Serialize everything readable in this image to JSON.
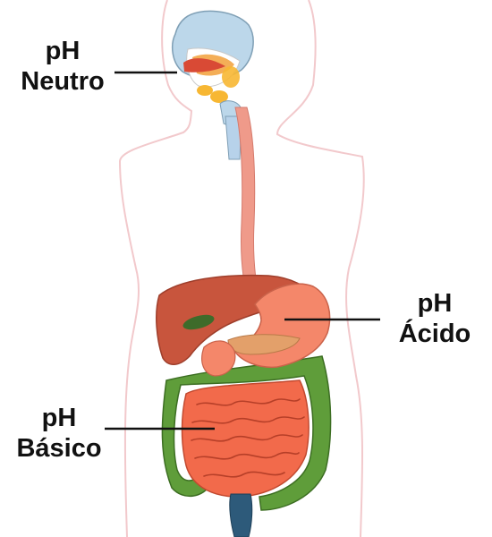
{
  "labels": {
    "neutral": {
      "line1": "pH",
      "line2": "Neutro"
    },
    "acid": {
      "line1": "pH",
      "line2": "Ácido"
    },
    "basic": {
      "line1": "pH",
      "line2": "Básico"
    }
  },
  "colors": {
    "body_outline": "#f2c9cc",
    "oral_cavity": "#bcd7ea",
    "esophagus": "#ef9a8a",
    "liver": "#c8553d",
    "stomach": "#f4876a",
    "small_intestine": "#f26a4b",
    "large_intestine": "#5f9d3a",
    "rectum": "#2d5a7a",
    "pointer_line": "#111111",
    "text": "#111111"
  }
}
